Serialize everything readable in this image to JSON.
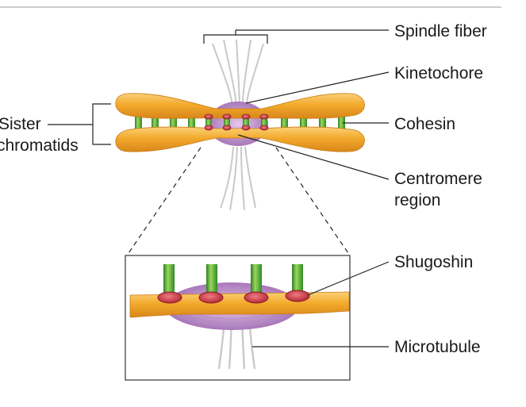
{
  "labels": {
    "spindle_fiber": "Spindle fiber",
    "kinetochore": "Kinetochore",
    "cohesin": "Cohesin",
    "sister_line1": "Sister",
    "sister_line2": "chromatids",
    "centromere_line1": "Centromere",
    "centromere_line2": "region",
    "shugoshin": "Shugoshin",
    "microtubule": "Microtubule"
  },
  "colors": {
    "chromatid": "#f0a526",
    "chromatid_highlight": "#fcd178",
    "cohesin": "#3a9a2a",
    "cohesin_highlight": "#a6dc6e",
    "kinetochore": "#c294cf",
    "shugoshin": "#d2434f",
    "fiber": "#c9c9c9",
    "leader": "#222222"
  }
}
